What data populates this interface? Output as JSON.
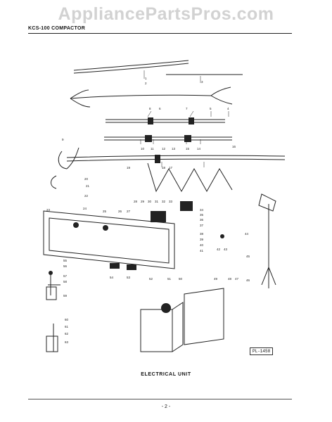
{
  "watermark": "AppliancePartsPros.com",
  "header": "KCS-100 COMPACTOR",
  "caption": "ELECTRICAL UNIT",
  "plate_id": "PL-1458",
  "page_number": "- 2 -",
  "callouts": [
    "1",
    "2",
    "3",
    "4",
    "5",
    "6",
    "7",
    "8",
    "9",
    "10",
    "11",
    "12",
    "13",
    "14",
    "15",
    "16",
    "17",
    "18",
    "19",
    "20",
    "21",
    "22",
    "23",
    "24",
    "25",
    "26",
    "27",
    "28",
    "29",
    "30",
    "31",
    "32",
    "33",
    "34",
    "35",
    "36",
    "37",
    "38",
    "39",
    "40",
    "41",
    "42",
    "43",
    "44",
    "45",
    "46",
    "47",
    "48",
    "49",
    "50",
    "51",
    "52",
    "53",
    "54",
    "55",
    "56",
    "57",
    "58",
    "59",
    "60",
    "61",
    "62",
    "63"
  ]
}
